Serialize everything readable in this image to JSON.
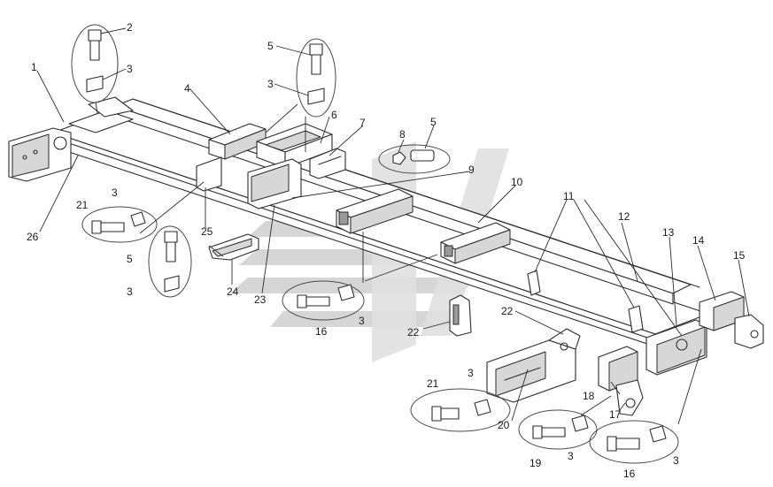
{
  "callouts": [
    {
      "id": "c1",
      "label": "1"
    },
    {
      "id": "c2",
      "label": "2"
    },
    {
      "id": "c3a",
      "label": "3"
    },
    {
      "id": "c4",
      "label": "4"
    },
    {
      "id": "c5a",
      "label": "5"
    },
    {
      "id": "c3b",
      "label": "3"
    },
    {
      "id": "c6",
      "label": "6"
    },
    {
      "id": "c7",
      "label": "7"
    },
    {
      "id": "c8",
      "label": "8"
    },
    {
      "id": "c5b",
      "label": "5"
    },
    {
      "id": "c9",
      "label": "9"
    },
    {
      "id": "c10",
      "label": "10"
    },
    {
      "id": "c11",
      "label": "11"
    },
    {
      "id": "c12",
      "label": "12"
    },
    {
      "id": "c13",
      "label": "13"
    },
    {
      "id": "c14",
      "label": "14"
    },
    {
      "id": "c15",
      "label": "15"
    },
    {
      "id": "c26",
      "label": "26"
    },
    {
      "id": "c21a",
      "label": "21"
    },
    {
      "id": "c3c",
      "label": "3"
    },
    {
      "id": "c25",
      "label": "25"
    },
    {
      "id": "c5c",
      "label": "5"
    },
    {
      "id": "c3d",
      "label": "3"
    },
    {
      "id": "c24",
      "label": "24"
    },
    {
      "id": "c23",
      "label": "23"
    },
    {
      "id": "c16a",
      "label": "16"
    },
    {
      "id": "c3e",
      "label": "3"
    },
    {
      "id": "c22a",
      "label": "22"
    },
    {
      "id": "c22b",
      "label": "22"
    },
    {
      "id": "c18",
      "label": "18"
    },
    {
      "id": "c17",
      "label": "17"
    },
    {
      "id": "c21b",
      "label": "21"
    },
    {
      "id": "c3f",
      "label": "3"
    },
    {
      "id": "c20",
      "label": "20"
    },
    {
      "id": "c19",
      "label": "19"
    },
    {
      "id": "c3g",
      "label": "3"
    },
    {
      "id": "c16b",
      "label": "16"
    },
    {
      "id": "c3h",
      "label": "3"
    }
  ]
}
